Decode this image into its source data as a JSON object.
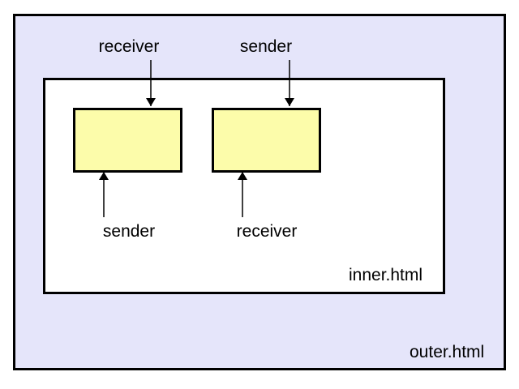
{
  "outer": {
    "label": "outer.html",
    "fill": "#e5e5fa"
  },
  "inner": {
    "label": "inner.html",
    "fill": "#ffffff"
  },
  "widget_fill": "#fcfcaa",
  "labels": {
    "top_left": "receiver",
    "top_right": "sender",
    "bottom_left": "sender",
    "bottom_right": "receiver"
  }
}
